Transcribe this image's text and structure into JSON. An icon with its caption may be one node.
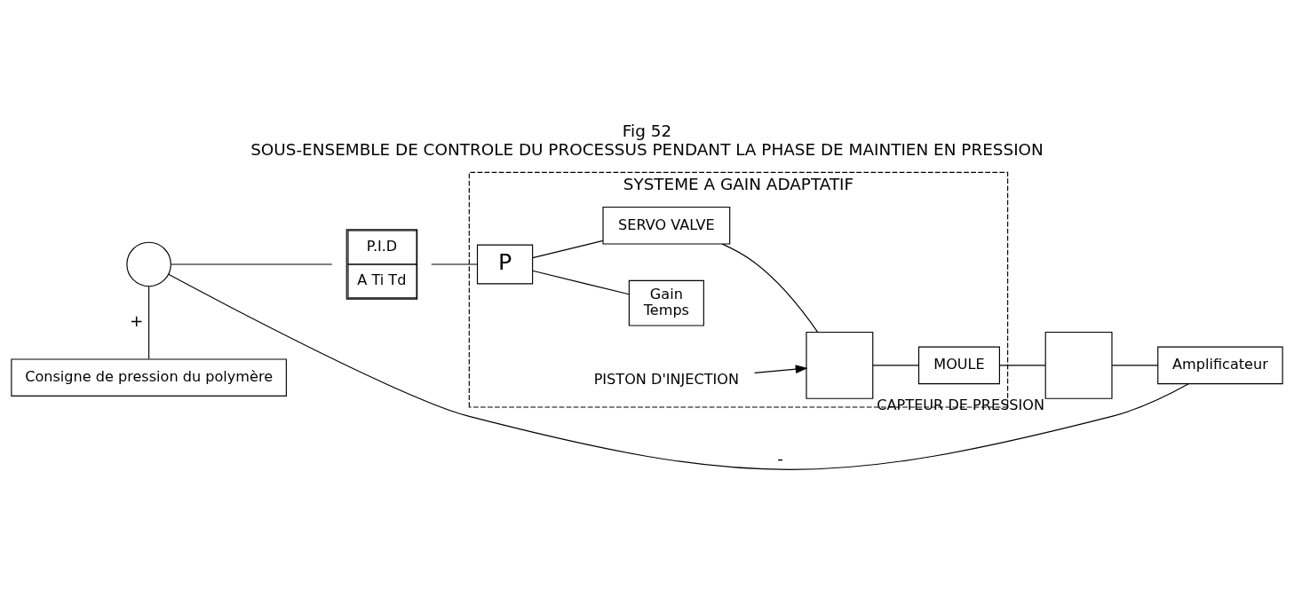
{
  "diagram": {
    "title": "Fig 52",
    "caption": "SOUS-ENSEMBLE DE CONTROLE DU PROCESSUS PENDANT LA PHASE DE MAINTIEN EN PRESSION",
    "nodes": [
      {
        "text": [
          "SYSTEME A GAIN ADAPTATIF"
        ]
      },
      {
        "text": [],
        "shape": "circle"
      },
      {
        "text": [
          "P.I.D",
          "A Ti Td"
        ]
      },
      {
        "text": [
          "P"
        ],
        "in": 0
      },
      {
        "text": [
          "Gain",
          "Temps"
        ],
        "in": 0
      },
      {
        "text": [
          "SERVO VALVE"
        ],
        "in": 0
      },
      {
        "text": [
          "PISTON D'INJECTION"
        ],
        "in": 0
      },
      {
        "text": [],
        "shape": "box",
        "in": 0
      },
      {
        "text": [
          "MOULE"
        ],
        "in": 0
      },
      {
        "text": [],
        "shape": "box",
        "beside": [
          "CAPTEUR DE PRESSION"
        ]
      },
      {
        "text": [
          "Amplificateur"
        ]
      },
      {
        "text": [
          "Consigne de pression du polymère"
        ]
      }
    ],
    "edges": [
      {
        "from": 11,
        "to": 1,
        "arrow": "none",
        "label": "+"
      },
      {
        "from": 1,
        "to": 2,
        "arrow": "none"
      },
      {
        "from": 2,
        "to": 3,
        "arrow": "none"
      },
      {
        "from": 3,
        "to": 4,
        "arrow": "none"
      },
      {
        "from": 3,
        "to": 5,
        "arrow": "none"
      },
      {
        "from": 5,
        "to": 7,
        "arrow": "none"
      },
      {
        "from": 6,
        "to": 7,
        "arrow": "to"
      },
      {
        "from": 7,
        "to": 8,
        "arrow": "none"
      },
      {
        "from": 8,
        "to": 9,
        "arrow": "none"
      },
      {
        "from": 9,
        "to": 10,
        "arrow": "none"
      },
      {
        "from": 10,
        "to": 1,
        "arrow": "none",
        "label": "-"
      }
    ]
  }
}
